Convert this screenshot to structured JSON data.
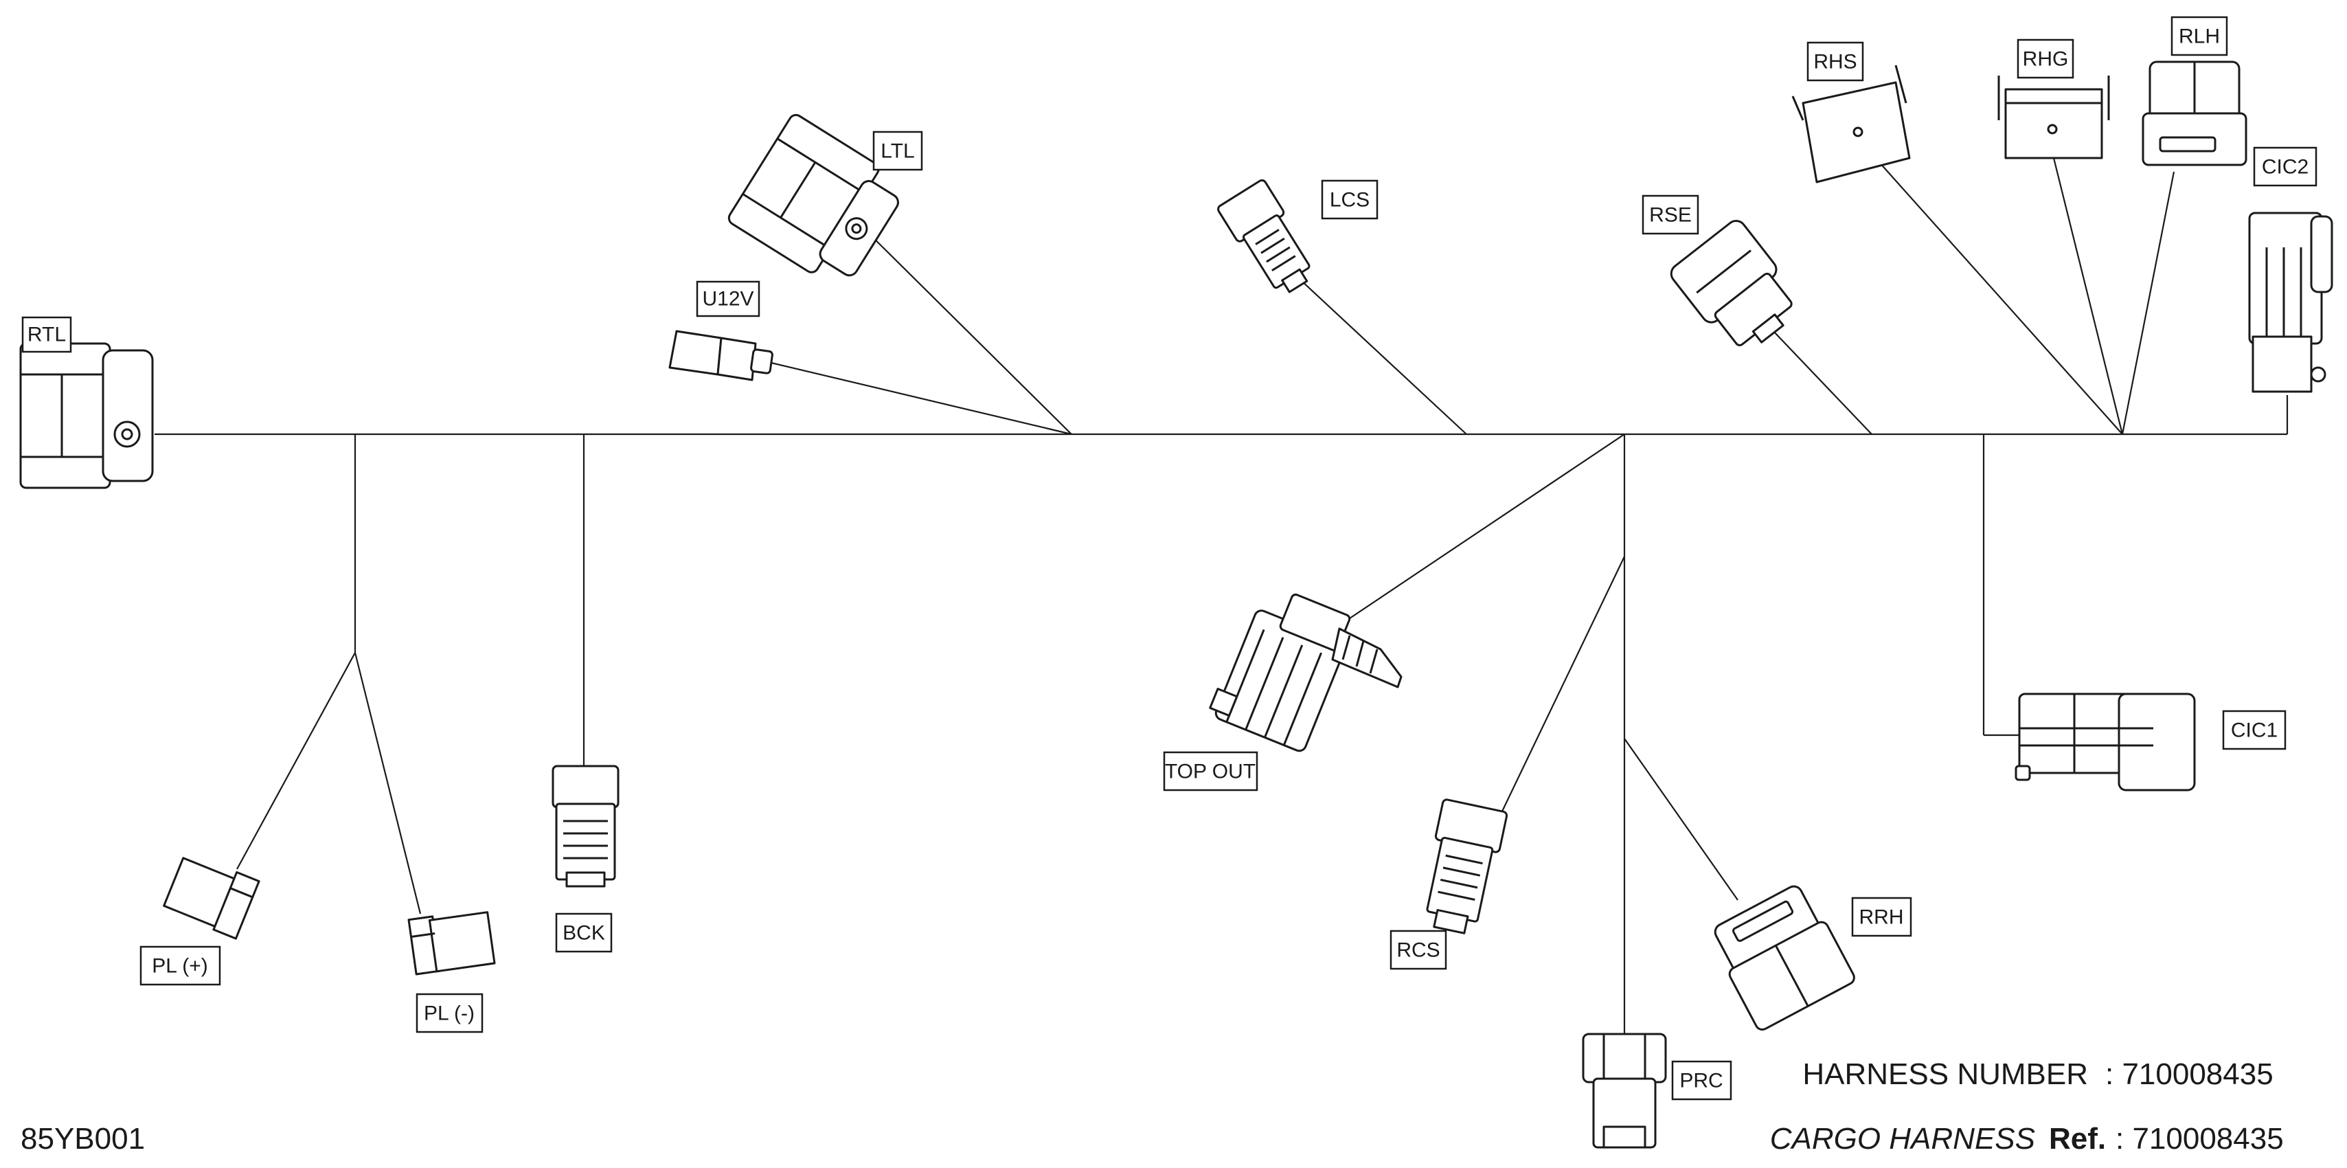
{
  "diagram": {
    "figure_code": "85YB001",
    "connectors": {
      "rtl": "RTL",
      "u12v": "U12V",
      "ltl": "LTL",
      "lcs": "LCS",
      "rse": "RSE",
      "rhs": "RHS",
      "rhg": "RHG",
      "rlh": "RLH",
      "cic2": "CIC2",
      "cic1": "CIC1",
      "top_out": "TOP OUT",
      "rcs": "RCS",
      "rrh": "RRH",
      "prc": "PRC",
      "bck": "BCK",
      "pl_plus": "PL (+)",
      "pl_minus": "PL (-)"
    },
    "footer": {
      "harness_number_label": "HARNESS NUMBER",
      "harness_number_value": ": 710008435",
      "harness_name": "CARGO HARNESS",
      "ref_label": "Ref.",
      "ref_value": ": 710008435"
    }
  }
}
